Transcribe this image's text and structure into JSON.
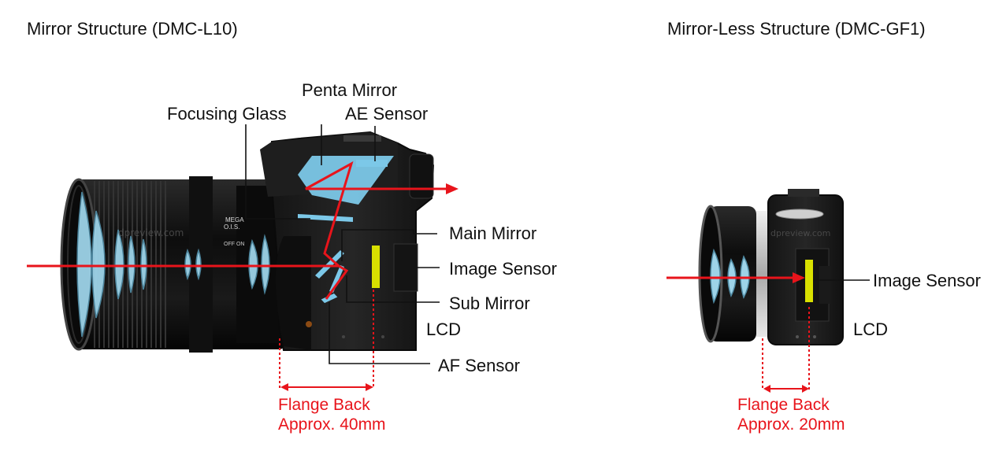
{
  "left": {
    "title": "Mirror Structure (DMC-L10)",
    "labels": {
      "penta_mirror": "Penta Mirror",
      "ae_sensor": "AE Sensor",
      "focusing_glass": "Focusing Glass",
      "main_mirror": "Main Mirror",
      "image_sensor": "Image Sensor",
      "sub_mirror": "Sub Mirror",
      "lcd": "LCD",
      "af_sensor": "AF Sensor"
    },
    "flange_back": {
      "line1": "Flange Back",
      "line2": "Approx. 40mm"
    },
    "lens_marking": {
      "brand": "MEGA",
      "ois": "O.I.S.",
      "switch": "OFF  ON"
    }
  },
  "right": {
    "title": "Mirror-Less Structure (DMC-GF1)",
    "labels": {
      "image_sensor": "Image Sensor",
      "lcd": "LCD"
    },
    "flange_back": {
      "line1": "Flange Back",
      "line2": "Approx. 20mm"
    }
  },
  "watermark": "dpreview.com",
  "colors": {
    "light_path": "#e8141b",
    "optics_blue": "#7cc8e8",
    "lens_glass": "#9dd3e8",
    "sensor_yellow": "#d8e000",
    "camera_body": "#1c1c1c",
    "flange_text": "#e8141b"
  }
}
